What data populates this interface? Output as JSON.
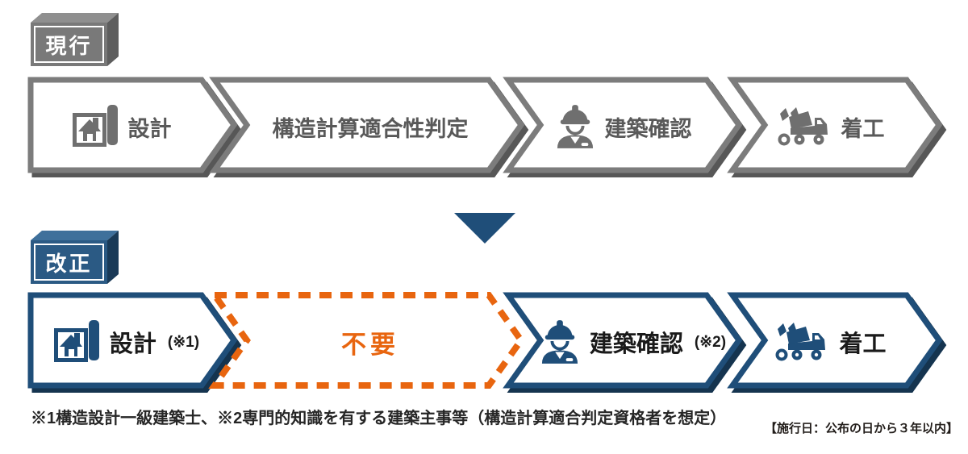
{
  "current": {
    "tag": "現行",
    "steps": [
      {
        "label": "設計",
        "note": "",
        "icon": "house-blueprint-icon"
      },
      {
        "label": "構造計算適合性判定",
        "note": "",
        "icon": null
      },
      {
        "label": "建築確認",
        "note": "",
        "icon": "worker-icon"
      },
      {
        "label": "着工",
        "note": "",
        "icon": "truck-icon"
      }
    ]
  },
  "revised": {
    "tag": "改正",
    "steps": [
      {
        "label": "設計",
        "note": "(※1)",
        "icon": "house-blueprint-icon"
      },
      {
        "label": "不要",
        "note": "",
        "icon": null,
        "style": "orange-dashed"
      },
      {
        "label": "建築確認",
        "note": "(※2)",
        "icon": "worker-icon"
      },
      {
        "label": "着工",
        "note": "",
        "icon": "truck-icon"
      }
    ]
  },
  "footnote": "※1構造設計一級建築士、※2専門的知識を有する建築主事等（構造計算適合判定資格者を想定）",
  "effective_date": "【施行日：公布の日から３年以内】",
  "colors": {
    "gray_border": "#7c7c7c",
    "gray_shadow": "#575757",
    "gray_text": "#595959",
    "blue_border": "#1f4e79",
    "blue_shadow": "#15344f",
    "orange": "#e8650f",
    "black_text": "#1a1a1a"
  }
}
